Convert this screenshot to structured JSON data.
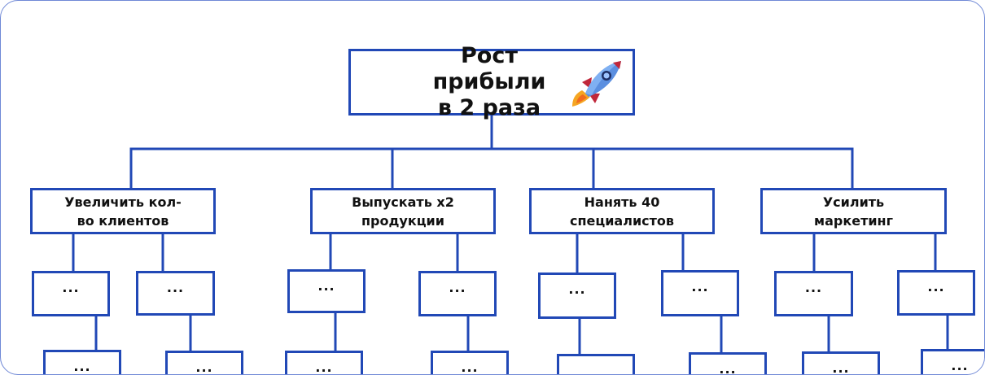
{
  "colors": {
    "box_border": "#2148b6",
    "line": "#2148b6",
    "frame_border": "#6f88d6",
    "text": "#111111"
  },
  "root": {
    "label": "Рост прибыли\nв 2 раза",
    "icon": "rocket-icon"
  },
  "level2": [
    {
      "label": "Увеличить кол-\nво клиентов"
    },
    {
      "label": "Выпускать х2\nпродукции"
    },
    {
      "label": "Нанять 40\nспециалистов"
    },
    {
      "label": "Усилить\nмаркетинг"
    }
  ],
  "leaf_label": "..."
}
